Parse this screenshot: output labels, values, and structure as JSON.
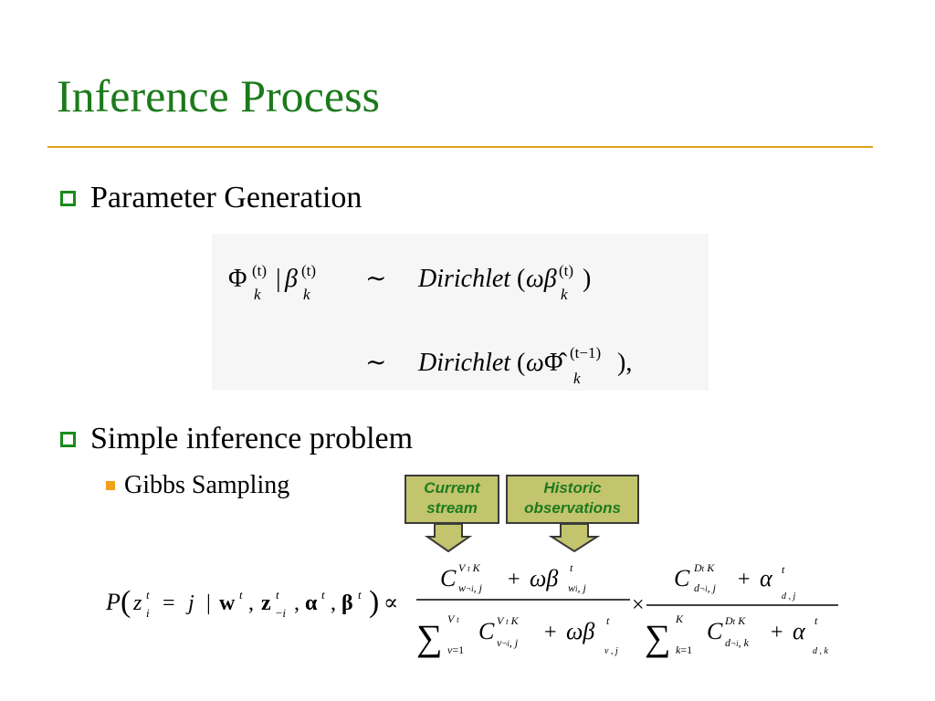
{
  "slide": {
    "title": "Inference Process",
    "bullets": [
      {
        "text": "Parameter Generation"
      },
      {
        "text": "Simple inference problem"
      }
    ],
    "subbullets": [
      {
        "text": "Gibbs Sampling"
      }
    ],
    "callouts": [
      {
        "line1": "Current",
        "line2": "stream"
      },
      {
        "line1": "Historic",
        "line2": "observations"
      }
    ],
    "colors": {
      "title": "#1b7a1b",
      "rule": "#e3a21a",
      "callout_fill": "#c2c46e",
      "bullet": "#1a8a1a",
      "subbullet": "#f2a11a"
    }
  }
}
